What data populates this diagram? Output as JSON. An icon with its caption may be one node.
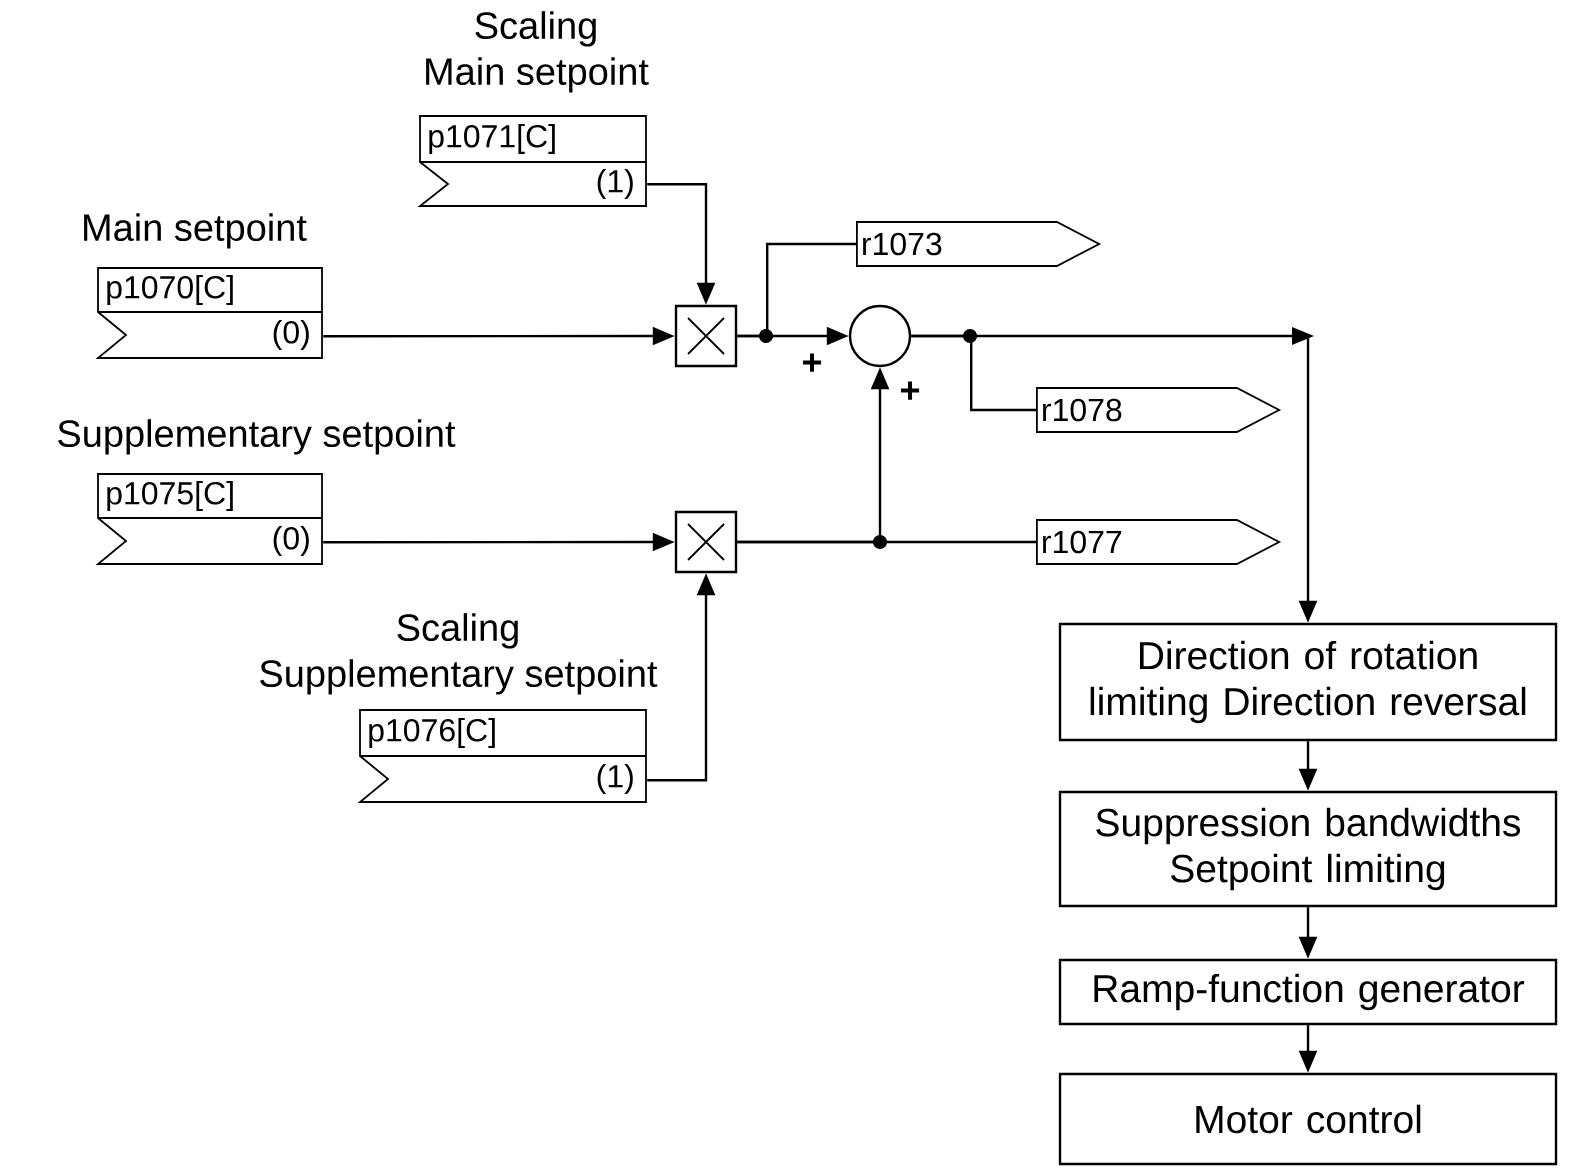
{
  "diagram": {
    "nodes": [
      {
        "text": [
          "Scaling Main setpoint",
          "p1071[C]",
          "(1)"
        ]
      },
      {
        "text": [
          "Main setpoint",
          "p1070[C]",
          "(0)"
        ]
      },
      {
        "text": [],
        "shape": "box"
      },
      {
        "text": [],
        "shape": "circle"
      },
      {
        "text": [
          "r1073"
        ]
      },
      {
        "text": [
          "r1078"
        ]
      },
      {
        "text": [
          "Supplementary setpoint",
          "p1075[C]",
          "(0)"
        ]
      },
      {
        "text": [],
        "shape": "box"
      },
      {
        "text": [
          "r1077"
        ]
      },
      {
        "text": [
          "Scaling Supplementary setpoint",
          "p1076[C]",
          "(1)"
        ]
      },
      {
        "text": [
          "Direction of rotation limiting Direction reversal"
        ]
      },
      {
        "text": [
          "Suppression bandwidths Setpoint limiting"
        ]
      },
      {
        "text": [
          "Ramp-function generator"
        ]
      },
      {
        "text": [
          "Motor control"
        ]
      }
    ],
    "edges": [
      {
        "from": 0,
        "to": 2,
        "arrow": "to"
      },
      {
        "from": 1,
        "to": 2,
        "arrow": "to"
      },
      {
        "from": 2,
        "to": 3,
        "arrow": "to"
      },
      {
        "from": 2,
        "to": 4,
        "arrow": "none"
      },
      {
        "from": 3,
        "to": 5,
        "arrow": "none"
      },
      {
        "from": 3,
        "to": 10,
        "arrow": "to"
      },
      {
        "from": 6,
        "to": 7,
        "arrow": "to"
      },
      {
        "from": 9,
        "to": 7,
        "arrow": "to"
      },
      {
        "from": 7,
        "to": 3,
        "arrow": "to"
      },
      {
        "from": 7,
        "to": 8,
        "arrow": "none"
      },
      {
        "from": 10,
        "to": 11,
        "arrow": "to"
      },
      {
        "from": 11,
        "to": 12,
        "arrow": "to"
      },
      {
        "from": 12,
        "to": 13,
        "arrow": "to"
      }
    ],
    "labels": [
      "+",
      "+"
    ]
  }
}
